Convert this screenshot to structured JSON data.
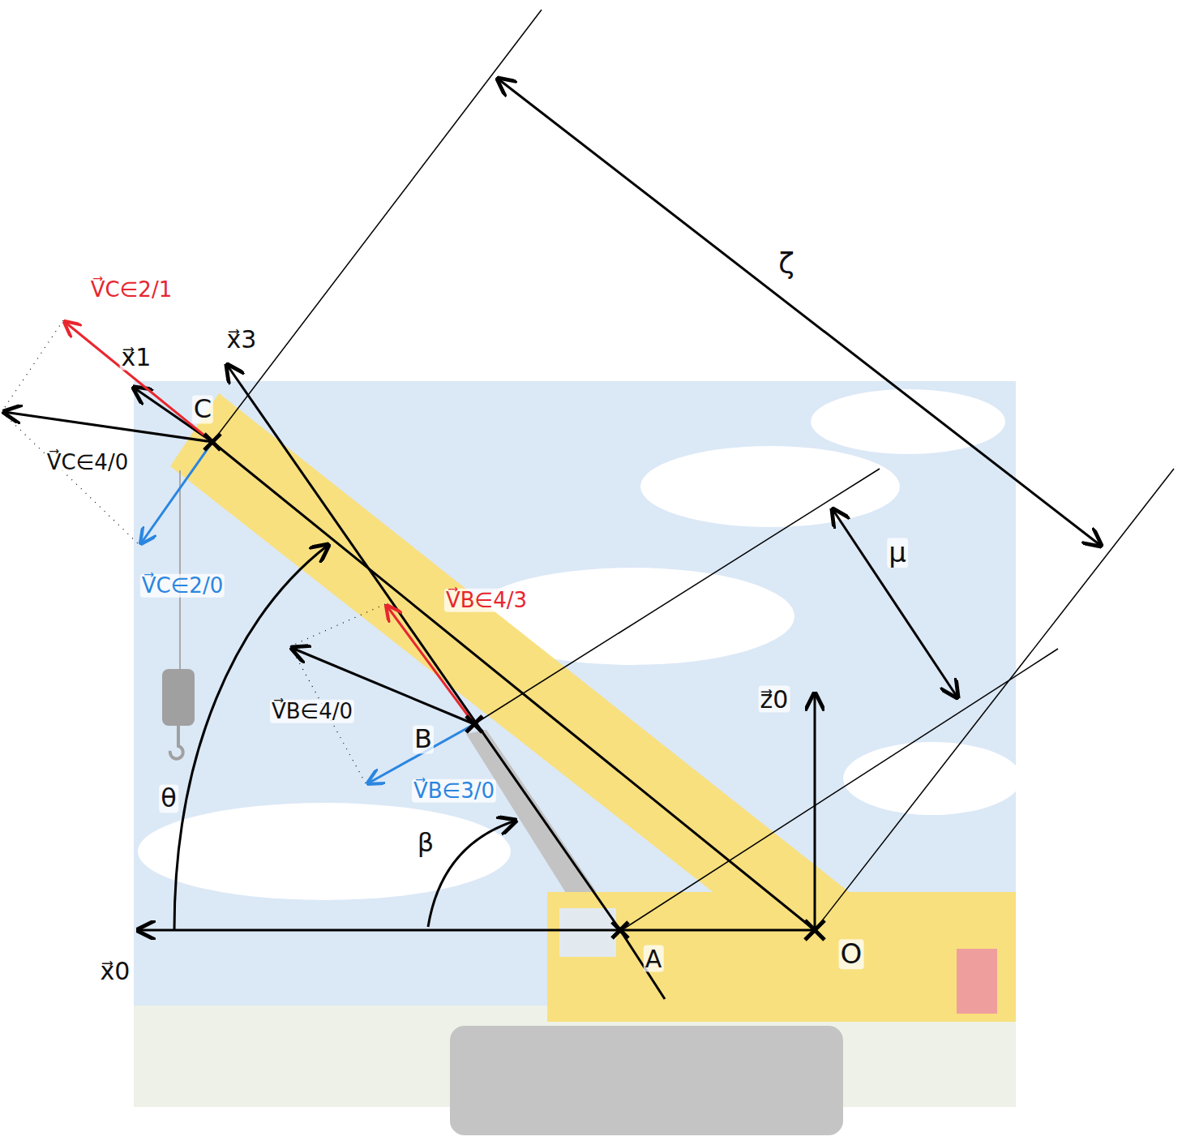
{
  "diagram": {
    "labels": [
      "ζ",
      "μ",
      "x⃗1",
      "x⃗3",
      "C",
      "B",
      "A",
      "O",
      "z⃗0",
      "x⃗0",
      "θ",
      "β",
      "V⃗C∈2/1",
      "V⃗C∈4/0",
      "V⃗C∈2/0",
      "V⃗B∈4/3",
      "V⃗B∈4/0",
      "V⃗B∈3/0"
    ]
  }
}
